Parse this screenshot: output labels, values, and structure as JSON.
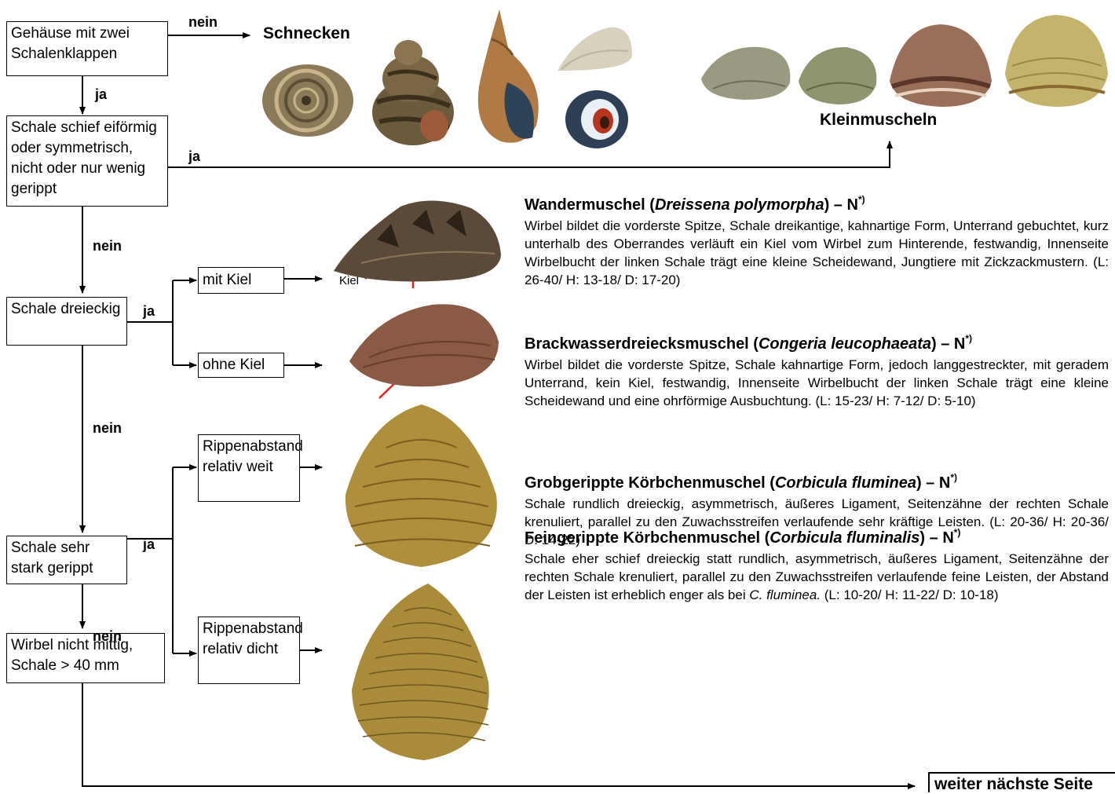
{
  "nodes": {
    "n1": "Gehäuse mit zwei Schalenklappen",
    "n2": "Schale schief eiförmig oder symmetrisch, nicht oder nur wenig gerippt",
    "n3": "Schale dreieckig",
    "n4": "Schale sehr stark gerippt",
    "n5": "Wirbel nicht mittig, Schale > 40 mm",
    "b_mit_kiel": "mit Kiel",
    "b_ohne_kiel": "ohne Kiel",
    "b_weit": "Rippenabstand relativ weit",
    "b_dicht": "Rippenabstand relativ dicht"
  },
  "edges": {
    "nein1": "nein",
    "ja1": "ja",
    "ja2": "ja",
    "nein2": "nein",
    "ja3": "ja",
    "nein3": "nein",
    "ja4": "ja",
    "nein4": "nein"
  },
  "captions": {
    "schnecken": "Schnecken",
    "kleinmuscheln": "Kleinmuscheln",
    "kiel": "Kiel",
    "weiter": "weiter nächste Seite"
  },
  "species": [
    {
      "name_de": "Wandermuschel (",
      "name_lat": "Dreissena polymorpha",
      "name_end": ") – N",
      "mark": "*)",
      "text": "Wirbel bildet die vorderste Spitze, Schale dreikantige, kahnartige Form, Unterrand gebuchtet, kurz unterhalb des Oberrandes verläuft ein Kiel vom Wirbel zum Hinterende, festwandig, Innenseite Wirbelbucht der linken Schale trägt eine kleine Scheidewand, Jungtiere mit Zickzackmustern. (L: 26-40/ H: 13-18/ D: 17-20)"
    },
    {
      "name_de": "Brackwasserdreiecksmuschel (",
      "name_lat": "Congeria leucophaeata",
      "name_end": ") – N",
      "mark": "*)",
      "text": "Wirbel bildet die vorderste Spitze, Schale kahnartige Form, jedoch langgestreckter, mit geradem Unterrand, kein Kiel, festwandig, Innenseite Wirbelbucht der linken Schale trägt eine kleine Scheidewand und eine ohrförmige Ausbuchtung. (L: 15-23/ H: 7-12/ D: 5-10)"
    },
    {
      "name_de": "Grobgerippte Körbchenmuschel (",
      "name_lat": "Corbicula fluminea",
      "name_end": ") – N",
      "mark": "*)",
      "text": "Schale rundlich dreieckig, asymmetrisch, äußeres Ligament, Seitenzähne der rechten Schale krenuliert, parallel zu den Zuwachsstreifen verlaufende sehr kräftige Leisten. (L: 20-36/ H: 20-36/ D: 14-22)"
    },
    {
      "name_de": "Feingerippte Körbchenmuschel (",
      "name_lat": "Corbicula fluminalis",
      "name_end": ") – N",
      "mark": "*)",
      "text_a": "Schale eher schief dreieckig statt rundlich, asymmetrisch, äußeres Ligament, Seitenzähne der rechten Schale krenuliert, parallel zu den Zuwachsstreifen verlaufende feine Leisten, der Abstand der Leisten ist erheblich enger als bei ",
      "text_it": "C. fluminea.",
      "text_b": " (L: 10-20/ H: 11-22/ D: 10-18)"
    }
  ]
}
